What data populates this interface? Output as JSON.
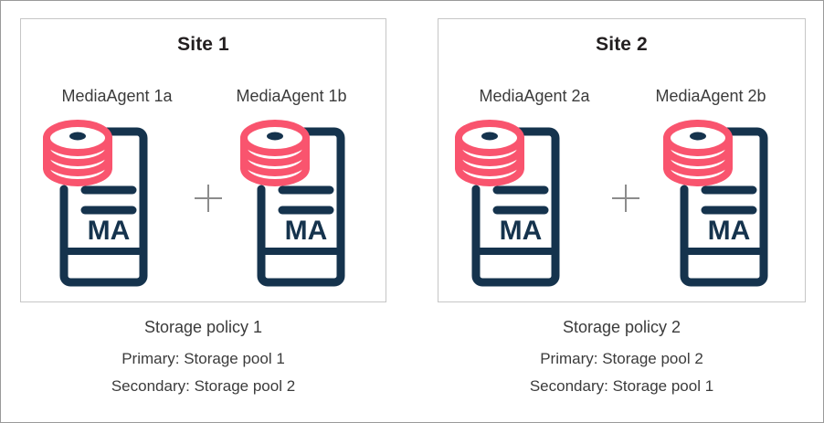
{
  "colors": {
    "outer_border": "#9a9a9a",
    "box_border": "#c6c6c6",
    "icon_server": "#15334d",
    "icon_disk": "#f9546e",
    "plus": "#8c8c8c",
    "text": "#3b3b3b",
    "title_text": "#231f20",
    "background": "#ffffff"
  },
  "sites": [
    {
      "title": "Site 1",
      "agents": [
        {
          "label": "MediaAgent 1a",
          "icon": "media-agent-server-icon",
          "badge": "MA"
        },
        {
          "label": "MediaAgent 1b",
          "icon": "media-agent-server-icon",
          "badge": "MA"
        }
      ],
      "separator": "plus-icon",
      "caption": {
        "policy": "Storage policy 1",
        "primary": "Primary: Storage pool 1",
        "secondary": "Secondary: Storage pool 2"
      }
    },
    {
      "title": "Site 2",
      "agents": [
        {
          "label": "MediaAgent 2a",
          "icon": "media-agent-server-icon",
          "badge": "MA"
        },
        {
          "label": "MediaAgent 2b",
          "icon": "media-agent-server-icon",
          "badge": "MA"
        }
      ],
      "separator": "plus-icon",
      "caption": {
        "policy": "Storage policy 2",
        "primary": "Primary: Storage pool 2",
        "secondary": "Secondary: Storage pool 1"
      }
    }
  ]
}
